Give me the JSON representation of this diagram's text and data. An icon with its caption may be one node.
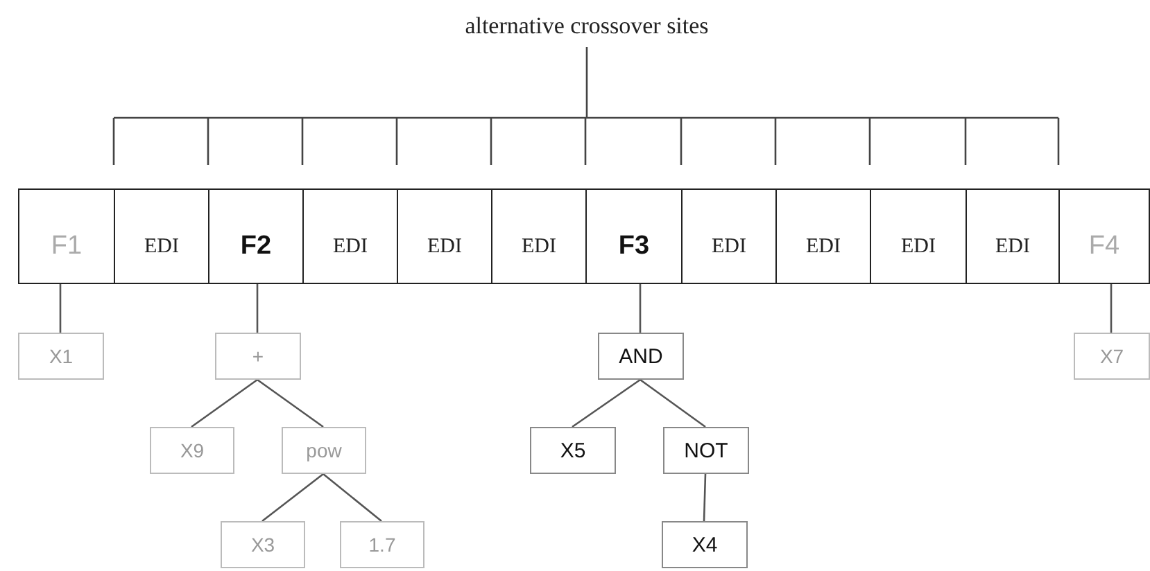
{
  "diagram": {
    "nodes": [
      {
        "text": [
          "F1"
        ]
      },
      {
        "text": [
          "EDI"
        ]
      },
      {
        "text": [
          "F2"
        ]
      },
      {
        "text": [
          "EDI"
        ]
      },
      {
        "text": [
          "EDI"
        ]
      },
      {
        "text": [
          "EDI"
        ]
      },
      {
        "text": [
          "F3"
        ]
      },
      {
        "text": [
          "EDI"
        ]
      },
      {
        "text": [
          "EDI"
        ]
      },
      {
        "text": [
          "EDI"
        ]
      },
      {
        "text": [
          "EDI"
        ]
      },
      {
        "text": [
          "F4"
        ]
      },
      {
        "text": [
          "X1"
        ]
      },
      {
        "text": [
          "+"
        ]
      },
      {
        "text": [
          "X9"
        ]
      },
      {
        "text": [
          "pow"
        ]
      },
      {
        "text": [
          "X3"
        ]
      },
      {
        "text": [
          "1.7"
        ]
      },
      {
        "text": [
          "AND"
        ]
      },
      {
        "text": [
          "X5"
        ]
      },
      {
        "text": [
          "NOT"
        ]
      },
      {
        "text": [
          "X4"
        ]
      },
      {
        "text": [
          "X7"
        ]
      }
    ],
    "edges": [
      {
        "from": 0,
        "to": 12,
        "arrow": "none"
      },
      {
        "from": 2,
        "to": 13,
        "arrow": "none"
      },
      {
        "from": 13,
        "to": 14,
        "arrow": "none"
      },
      {
        "from": 13,
        "to": 15,
        "arrow": "none"
      },
      {
        "from": 15,
        "to": 16,
        "arrow": "none"
      },
      {
        "from": 15,
        "to": 17,
        "arrow": "none"
      },
      {
        "from": 6,
        "to": 18,
        "arrow": "none"
      },
      {
        "from": 18,
        "to": 19,
        "arrow": "none"
      },
      {
        "from": 18,
        "to": 20,
        "arrow": "none"
      },
      {
        "from": 20,
        "to": 21,
        "arrow": "none"
      },
      {
        "from": 11,
        "to": 22,
        "arrow": "none"
      }
    ],
    "labels": [
      "alternative crossover sites"
    ]
  }
}
